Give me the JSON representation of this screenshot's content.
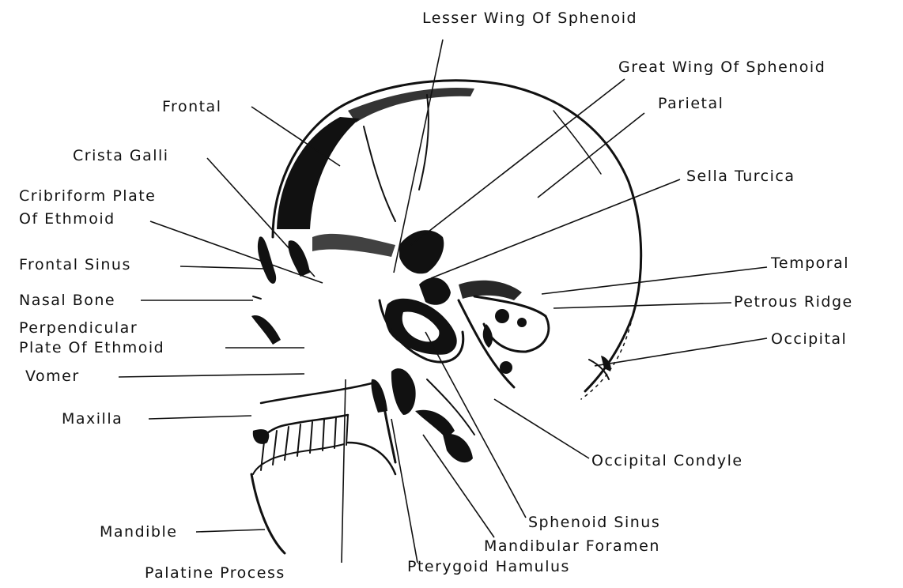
{
  "labels": {
    "lesser_wing": "Lesser Wing Of Sphenoid",
    "great_wing": "Great Wing Of Sphenoid",
    "parietal": "Parietal",
    "frontal": "Frontal",
    "crista_galli": "Crista Galli",
    "cribriform_1": "Cribriform Plate",
    "cribriform_2": "Of Ethmoid",
    "sella_turcica": "Sella Turcica",
    "frontal_sinus": "Frontal Sinus",
    "temporal": "Temporal",
    "nasal_bone": "Nasal Bone",
    "petrous_ridge": "Petrous Ridge",
    "perpendicular_1": "Perpendicular",
    "perpendicular_2": "Plate Of Ethmoid",
    "occipital": "Occipital",
    "vomer": "Vomer",
    "maxilla": "Maxilla",
    "occipital_condyle": "Occipital Condyle",
    "sphenoid_sinus": "Sphenoid Sinus",
    "mandible": "Mandible",
    "mandibular_foramen": "Mandibular Foramen",
    "palatine_process": "Palatine Process",
    "pterygoid_hamulus": "Pterygoid Hamulus"
  }
}
